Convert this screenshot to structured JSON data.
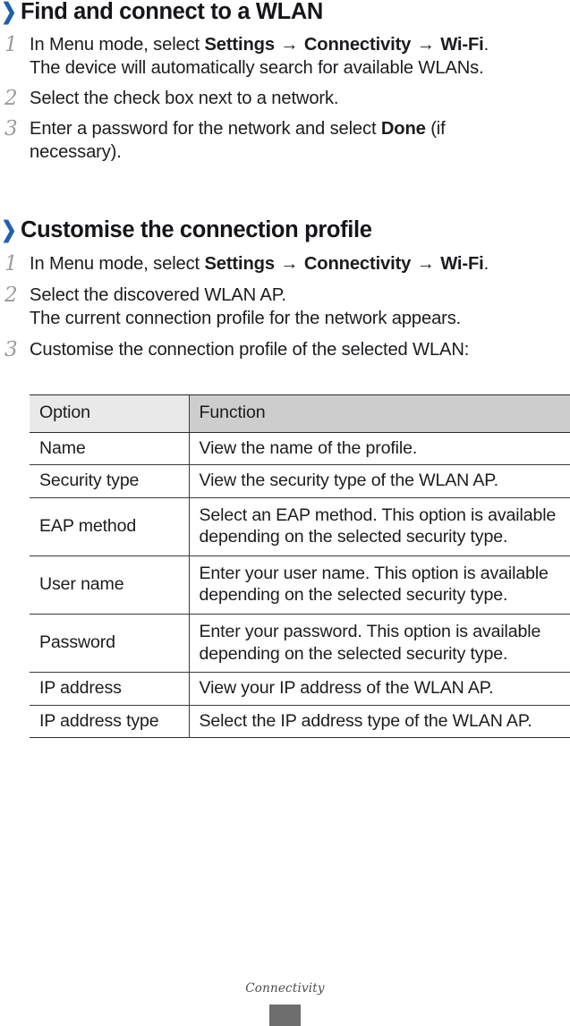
{
  "document": {
    "footer_label": "Connectivity"
  },
  "icons": {
    "chevron_right": "❯",
    "arrow_right": "→"
  },
  "colors": {
    "chevron_blue": "#1f60ae",
    "body_text": "#1b1c1f",
    "step_number": "#9b9b9b",
    "table_header_option_bg": "#e9e9e9",
    "table_header_function_bg": "#cdcdcd",
    "table_border": "#3a3a3a",
    "footer_text": "#4d4d4d",
    "page_tab": "#6e6e6e"
  },
  "sections": [
    {
      "heading": "Find and connect to a WLAN",
      "steps": [
        {
          "number": "1",
          "parts": [
            {
              "text": "In Menu mode, select ",
              "bold": false
            },
            {
              "text": "Settings",
              "bold": true
            },
            {
              "text": " → ",
              "bold": true
            },
            {
              "text": "Connectivity",
              "bold": true
            },
            {
              "text": " → ",
              "bold": true
            },
            {
              "text": "Wi-Fi",
              "bold": true
            },
            {
              "text": ".",
              "bold": false
            }
          ],
          "note": "The device will automatically search for available WLANs."
        },
        {
          "number": "2",
          "parts": [
            {
              "text": "Select the check box next to a network.",
              "bold": false
            }
          ],
          "note": ""
        },
        {
          "number": "3",
          "parts": [
            {
              "text": "Enter a password for the network and select ",
              "bold": false
            },
            {
              "text": "Done",
              "bold": true
            },
            {
              "text": " (if necessary).",
              "bold": false
            }
          ],
          "note": ""
        }
      ]
    },
    {
      "heading": "Customise the connection profile",
      "steps": [
        {
          "number": "1",
          "parts": [
            {
              "text": "In Menu mode, select ",
              "bold": false
            },
            {
              "text": "Settings",
              "bold": true
            },
            {
              "text": " → ",
              "bold": true
            },
            {
              "text": "Connectivity",
              "bold": true
            },
            {
              "text": " → ",
              "bold": true
            },
            {
              "text": "Wi-Fi",
              "bold": true
            },
            {
              "text": ".",
              "bold": false
            }
          ],
          "note": ""
        },
        {
          "number": "2",
          "parts": [
            {
              "text": "Select the discovered WLAN AP.",
              "bold": false
            }
          ],
          "note": "The current connection profile for the network appears."
        },
        {
          "number": "3",
          "parts": [
            {
              "text": "Customise the connection profile of the selected WLAN:",
              "bold": false
            }
          ],
          "note": ""
        }
      ]
    }
  ],
  "table": {
    "headers": [
      "Option",
      "Function"
    ],
    "rows": [
      {
        "option": "Name",
        "function": "View the name of the profile."
      },
      {
        "option": "Security type",
        "function": "View the security type of the WLAN AP."
      },
      {
        "option": "EAP method",
        "function": "Select an EAP method. This option is available depending on the selected security type."
      },
      {
        "option": "User name",
        "function": "Enter your user name. This option is available depending on the selected security type."
      },
      {
        "option": "Password",
        "function": "Enter your password. This option is available depending on the selected security type."
      },
      {
        "option": "IP address",
        "function": "View your IP address of the WLAN AP."
      },
      {
        "option": "IP address type",
        "function": "Select the IP address type of the WLAN AP."
      }
    ]
  }
}
